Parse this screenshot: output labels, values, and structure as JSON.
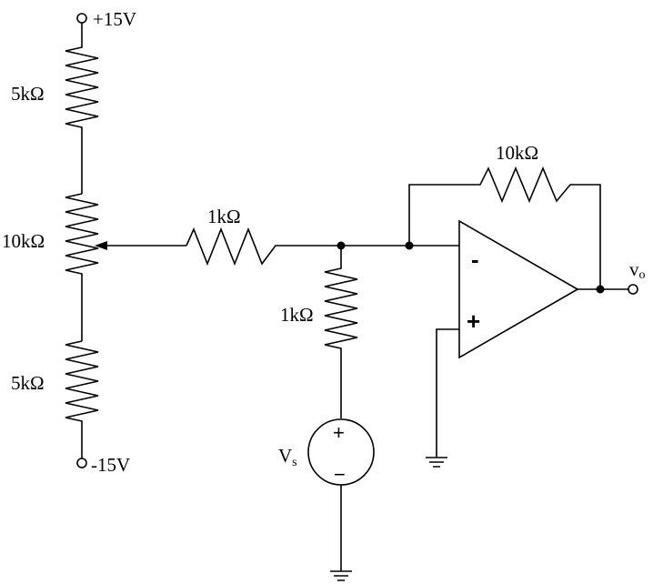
{
  "supply": {
    "positive": "+15V",
    "negative": "-15V"
  },
  "divider": {
    "top_resistor": "5kΩ",
    "pot": "10kΩ",
    "bottom_resistor": "5kΩ"
  },
  "input_resistor": "1kΩ",
  "source_resistor": "1kΩ",
  "feedback_resistor": "10kΩ",
  "source": {
    "label": "V",
    "subscript": "s",
    "plus": "+",
    "minus": "−"
  },
  "opamp": {
    "inverting": "-",
    "noninverting": "+"
  },
  "output": {
    "label": "v",
    "subscript": "o"
  }
}
